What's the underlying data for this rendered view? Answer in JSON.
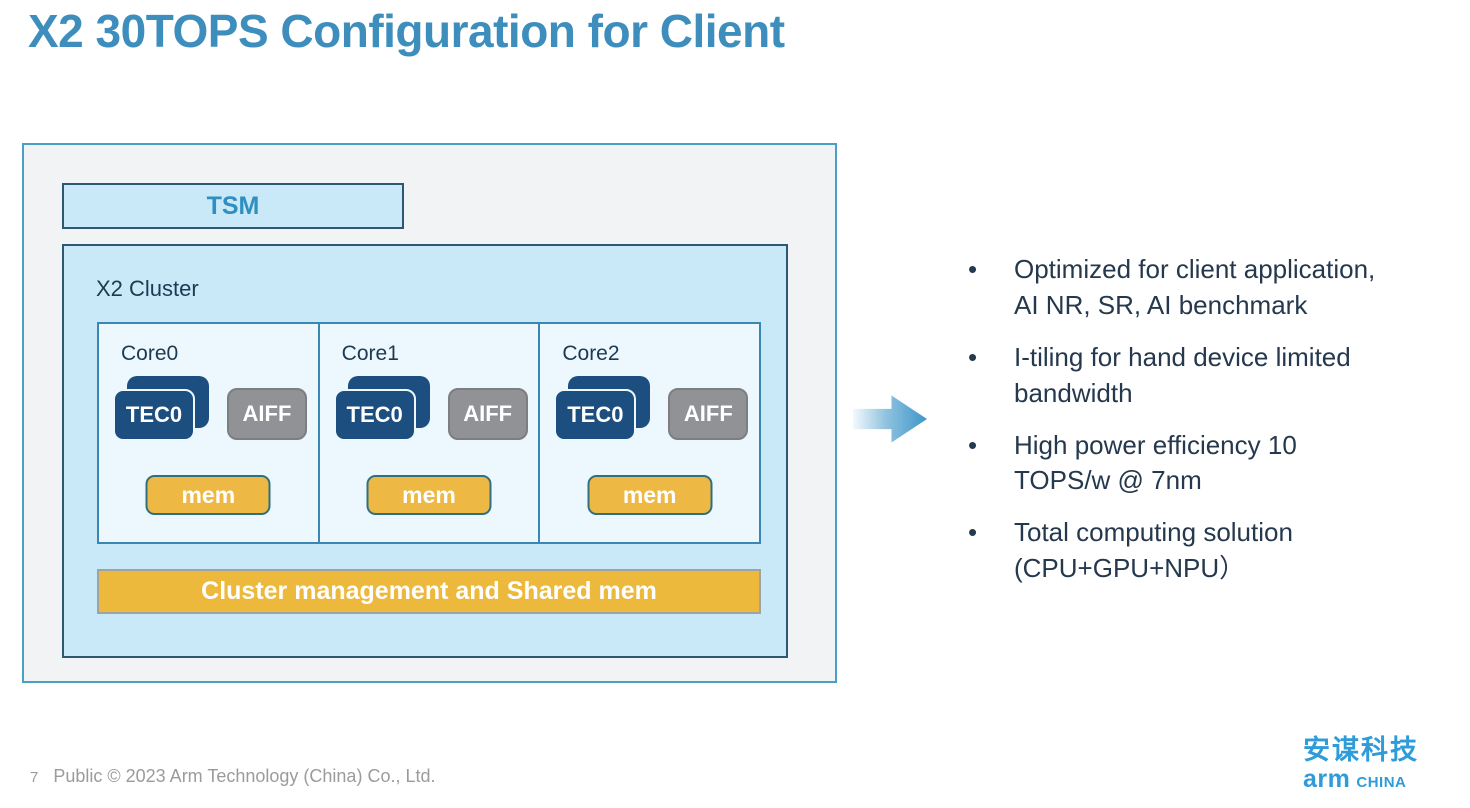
{
  "slide": {
    "title": "X2 30TOPS Configuration for Client",
    "footer": {
      "page_number": "7",
      "copyright": "Public © 2023 Arm Technology (China) Co., Ltd."
    },
    "logo": {
      "chinese": "安谋科技",
      "arm": "arm",
      "china": "CHINA"
    }
  },
  "diagram": {
    "tsm_label": "TSM",
    "cluster_label": "X2 Cluster",
    "cores": [
      {
        "label": "Core0",
        "tec": "TEC0",
        "aiff": "AIFF",
        "mem": "mem"
      },
      {
        "label": "Core1",
        "tec": "TEC0",
        "aiff": "AIFF",
        "mem": "mem"
      },
      {
        "label": "Core2",
        "tec": "TEC0",
        "aiff": "AIFF",
        "mem": "mem"
      }
    ],
    "cluster_bar_label": "Cluster management and Shared mem",
    "arrow_icon": "right-arrow"
  },
  "bullets": [
    "Optimized for client application,\nAI NR, SR, AI benchmark",
    "I-tiling for hand device limited\nbandwidth",
    "High power efficiency 10\nTOPS/w @ 7nm",
    "Total computing solution\n(CPU+GPU+NPU）"
  ],
  "bullet_marker": "•",
  "colors": {
    "title_blue": "#3E8EBD",
    "outer_border_teal": "#4AA0C4",
    "outer_fill_gray": "#F1F3F4",
    "light_blue_fill": "#C9E9F8",
    "core_fill": "#EDF8FE",
    "box_border_navy": "#2C5872",
    "core_border_blue": "#3987B2",
    "tec_navy": "#1D4E80",
    "aiff_gray": "#909295",
    "mem_gold": "#EDB844",
    "mem_border_teal": "#2F7080",
    "cluster_bar_gold": "#ECB93D",
    "bullet_text_navy": "#25384D",
    "footer_gray": "#9B9B9B",
    "logo_blue": "#2F9CD9"
  }
}
